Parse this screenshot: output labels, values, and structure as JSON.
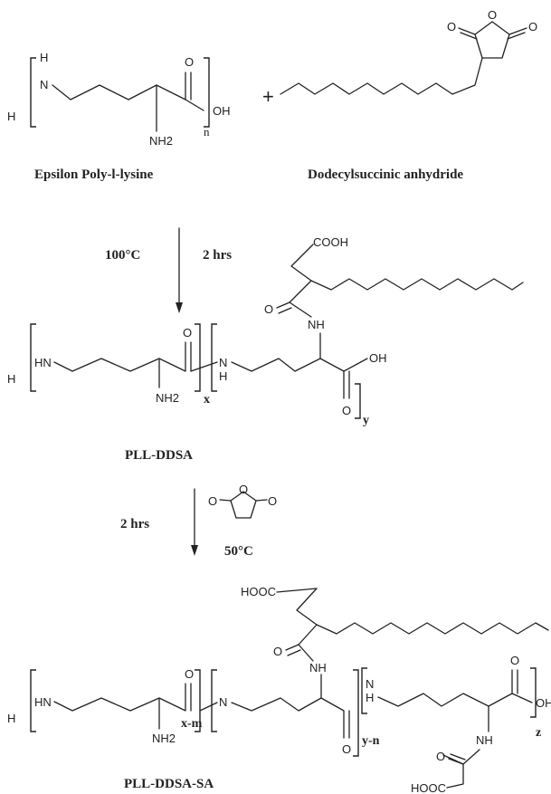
{
  "labels": {
    "plus": "+",
    "reactant1": "Epsilon Poly-l-lysine",
    "reactant2": "Dodecylsuccinic anhydride",
    "product1": "PLL-DDSA",
    "product2": "PLL-DDSA-SA"
  },
  "conditions": {
    "step1_temp": "100°C",
    "step1_time": "2 hrs",
    "step2_time": "2 hrs",
    "step2_temp": "50°C"
  },
  "atoms": {
    "h": "H",
    "nh": "N",
    "nh_h": "H",
    "hn": "HN",
    "oh": "OH",
    "o": "O",
    "nh2": "NH2",
    "nh_label": "NH",
    "cooh": "COOH",
    "hooc": "HOOC"
  },
  "subscripts": {
    "n": "n",
    "x": "x",
    "y": "y",
    "x_m": "x-m",
    "y_n": "y-n",
    "z": "z"
  },
  "colors": {
    "ink": "#222222",
    "background": "#ffffff"
  }
}
